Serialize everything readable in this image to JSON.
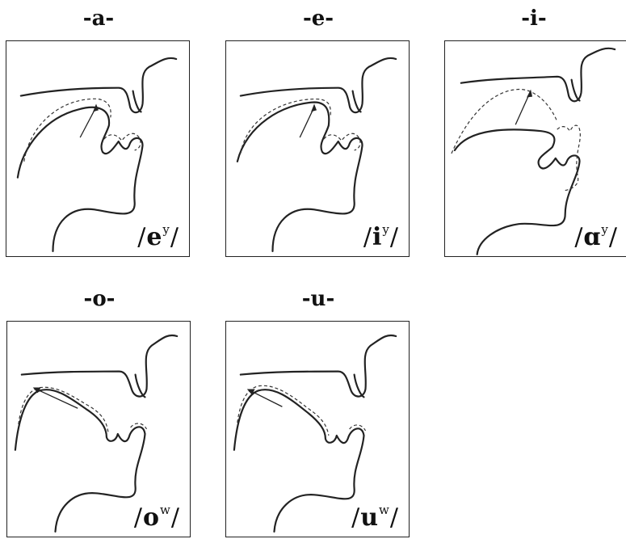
{
  "panels": [
    {
      "title": "-a-",
      "symbol": "e",
      "superscript": "y"
    },
    {
      "title": "-e-",
      "symbol": "i",
      "superscript": "y"
    },
    {
      "title": "-i-",
      "symbol": "ɑ",
      "superscript": "y"
    },
    {
      "title": "-o-",
      "symbol": "o",
      "superscript": "w"
    },
    {
      "title": "-u-",
      "symbol": "u",
      "superscript": "w"
    }
  ]
}
